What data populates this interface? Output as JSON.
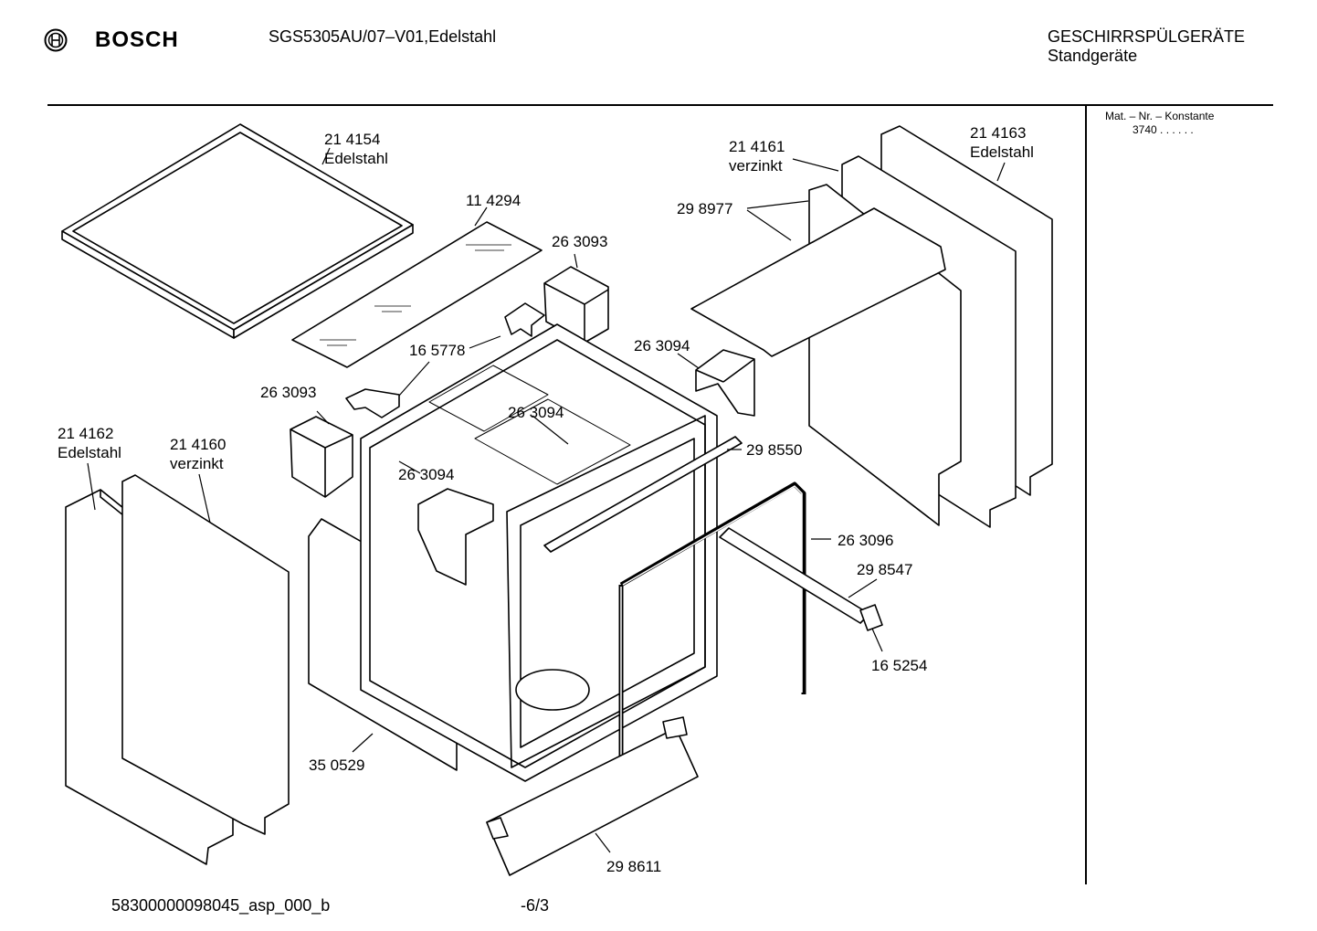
{
  "header": {
    "brand": "BOSCH",
    "model": "SGS5305AU/07–V01,Edelstahl",
    "category": "GESCHIRRSPÜLGERÄTE",
    "subcategory": "Standgeräte"
  },
  "sidebar": {
    "line1": "Mat. – Nr. – Konstante",
    "line2": "3740 . . . . . ."
  },
  "footer": {
    "doc_id": "58300000098045_asp_000_b",
    "page": "-6/3"
  },
  "callouts": [
    [
      "21 4154",
      "Edelstahl"
    ],
    [
      "11 4294"
    ],
    [
      "26 3093"
    ],
    [
      "16 5778"
    ],
    [
      "26 3093"
    ],
    [
      "21 4162",
      "Edelstahl"
    ],
    [
      "21 4160",
      "verzinkt"
    ],
    [
      "26 3094"
    ],
    [
      "26 3094"
    ],
    [
      "26 3094"
    ],
    [
      "21 4161",
      "verzinkt"
    ],
    [
      "21 4163",
      "Edelstahl"
    ],
    [
      "29 8977"
    ],
    [
      "29 8550"
    ],
    [
      "26 3096"
    ],
    [
      "29 8547"
    ],
    [
      "16 5254"
    ],
    [
      "35 0529"
    ],
    [
      "29 8611"
    ]
  ]
}
